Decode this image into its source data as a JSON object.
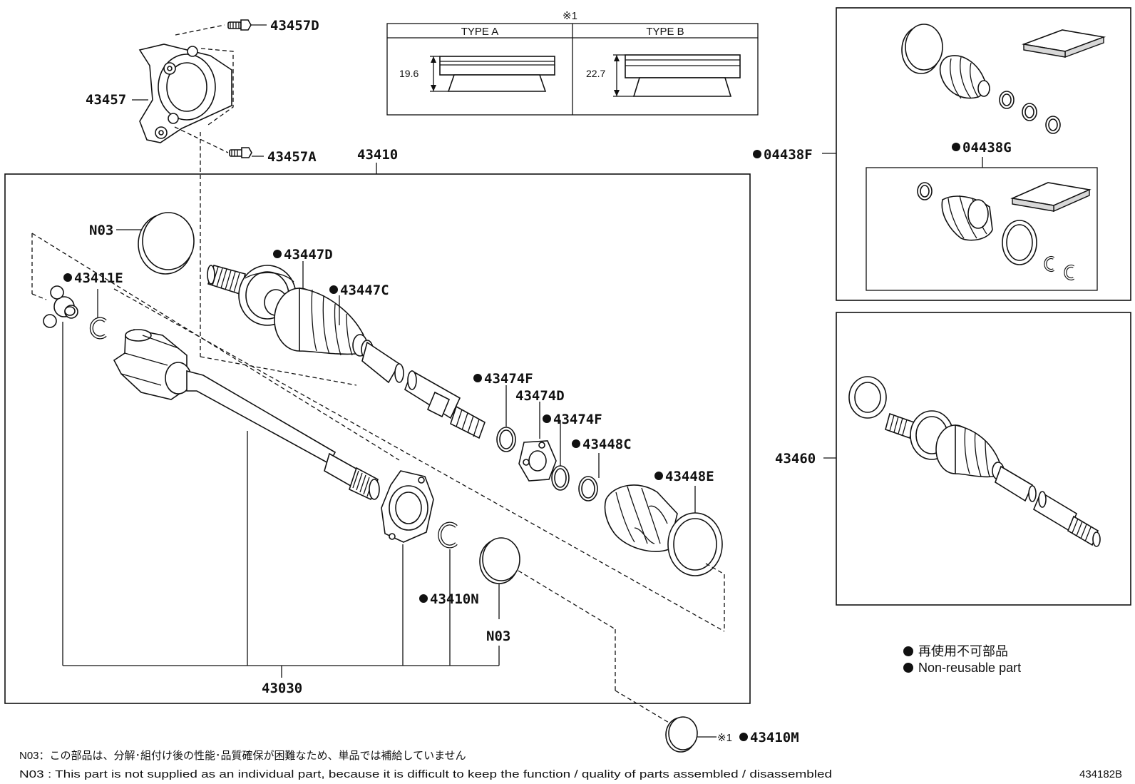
{
  "diagram": {
    "ref_mark_label": "※1",
    "type_table": {
      "type_a": {
        "label": "TYPE A",
        "dimension": "19.6"
      },
      "type_b": {
        "label": "TYPE B",
        "dimension": "22.7"
      }
    },
    "callouts": {
      "p43457D": "43457D",
      "p43457": "43457",
      "p43457A": "43457A",
      "p43410": "43410",
      "pN03a": "N03",
      "p43411E": "43411E",
      "p43447D": "43447D",
      "p43447C": "43447C",
      "p43474Fa": "43474F",
      "p43474D": "43474D",
      "p43474Fb": "43474F",
      "p43448C": "43448C",
      "p43448E": "43448E",
      "p43410N": "43410N",
      "pN03b": "N03",
      "p43030": "43030",
      "p43410M": "43410M",
      "p04438F": "04438F",
      "p04438G": "04438G",
      "p43460": "43460"
    },
    "legend": {
      "jp": "再使用不可部品",
      "en": "Non-reusable part"
    },
    "notes": {
      "jp": "N03：この部品は、分解･組付け後の性能･品質確保が困難なため、単品では補給していません",
      "en": "N03 : This part is not supplied as an individual part, because it is difficult to keep the function / quality of parts  assembled / disassembled"
    },
    "figure_code": "434182B"
  }
}
